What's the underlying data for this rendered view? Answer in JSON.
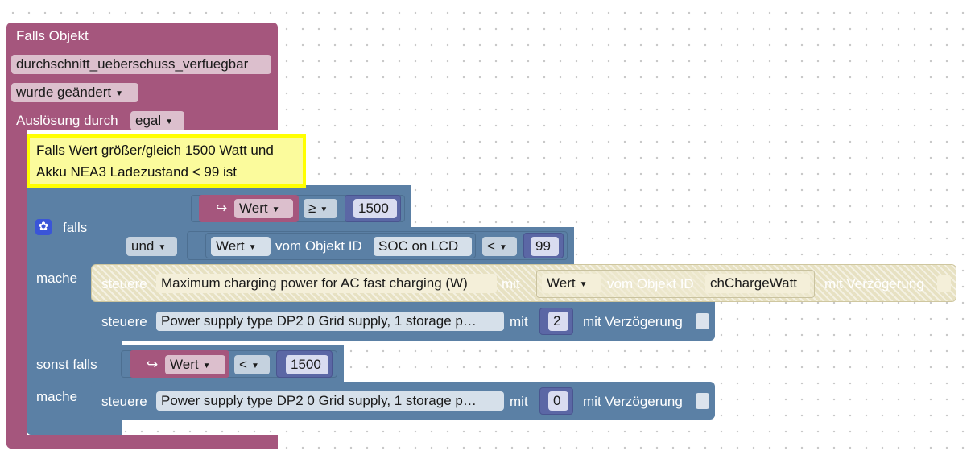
{
  "event_block": {
    "title": "Falls Objekt",
    "object_id": "durchschnitt_ueberschuss_verfuegbar",
    "change_type": "wurde geändert",
    "trigger_label": "Auslösung durch",
    "trigger_value": "egal"
  },
  "comment": {
    "line1": "Falls Wert größer/gleich 1500 Watt und",
    "line2": "Akku NEA3 Ladezustand < 99 ist"
  },
  "if_block": {
    "falls_label": "falls",
    "und_label": "und",
    "mache_label": "mache",
    "else_if_label": "sonst falls",
    "mache2_label": "mache"
  },
  "condition1": {
    "var": "Wert",
    "op": "≥",
    "value": "1500"
  },
  "condition2": {
    "var": "Wert",
    "of_object_label": "vom Objekt ID",
    "object": "SOC on LCD",
    "op": "<",
    "value": "99"
  },
  "action1": {
    "steuere_label": "steuere",
    "target": "Maximum charging power for AC fast charging (W)",
    "mit_label": "mit",
    "value_var": "Wert",
    "value_of_label": "vom Objekt ID",
    "value_object": "chChargeWatt",
    "delay_label": "mit Verzögerung"
  },
  "action2": {
    "steuere_label": "steuere",
    "target": "Power supply type DP2 0 Grid supply, 1 storage p…",
    "mit_label": "mit",
    "value": "2",
    "delay_label": "mit Verzögerung"
  },
  "condition3": {
    "var": "Wert",
    "op": "<",
    "value": "1500"
  },
  "action3": {
    "steuere_label": "steuere",
    "target": "Power supply type DP2 0 Grid supply, 1 storage p…",
    "mit_label": "mit",
    "value": "0",
    "delay_label": "mit Verzögerung"
  },
  "icons": {
    "gear": "gear-icon",
    "arrow": "return-arrow-icon",
    "dropdown": "dropdown-arrow-icon"
  },
  "colors": {
    "event_block": "#a5567d",
    "logic_block": "#5b80a5",
    "number_block": "#5b67a5",
    "comment_border": "#ffff00",
    "comment_fill": "#fbfb9c",
    "disabled_block": "#e7e1c2"
  }
}
